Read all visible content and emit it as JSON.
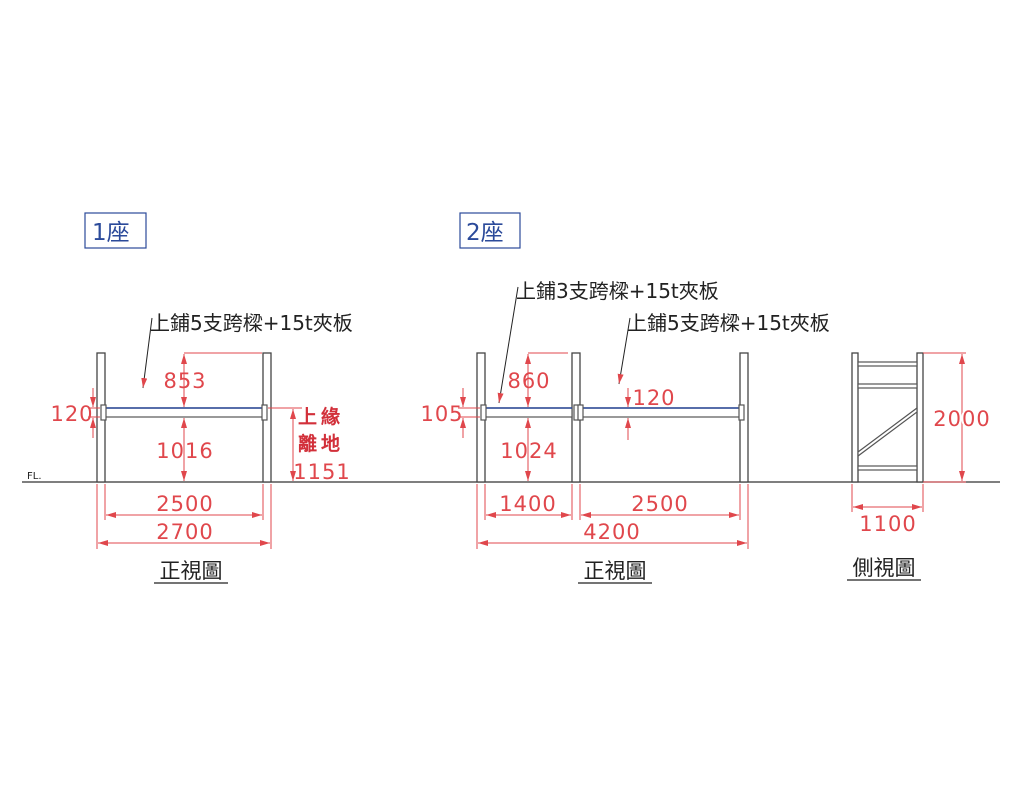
{
  "sections": [
    {
      "title": "1座",
      "view_label": "正視圖",
      "note": "上鋪5支跨樑+15t夾板",
      "dims": {
        "above": "853",
        "below": "1016",
        "beam_height": "120",
        "edge_label_line1": "上緣",
        "edge_label_line2": "離地",
        "edge_height": "1151",
        "inner_width": "2500",
        "outer_width": "2700"
      }
    },
    {
      "title": "2座",
      "view_label": "正視圖",
      "note_left": "上鋪3支跨樑+15t夾板",
      "note_right": "上鋪5支跨樑+15t夾板",
      "dims": {
        "above": "860",
        "below": "1024",
        "beam_height_left": "105",
        "beam_height_right": "120",
        "left_width": "1400",
        "right_width": "2500",
        "outer_width": "4200"
      }
    }
  ],
  "side_view": {
    "view_label": "側視圖",
    "height": "2000",
    "depth": "1100"
  },
  "floor_label": "FL.",
  "colors": {
    "dimension": "#e0474c",
    "title": "#2b4a9a",
    "beam_top": "#2b4a9a"
  }
}
